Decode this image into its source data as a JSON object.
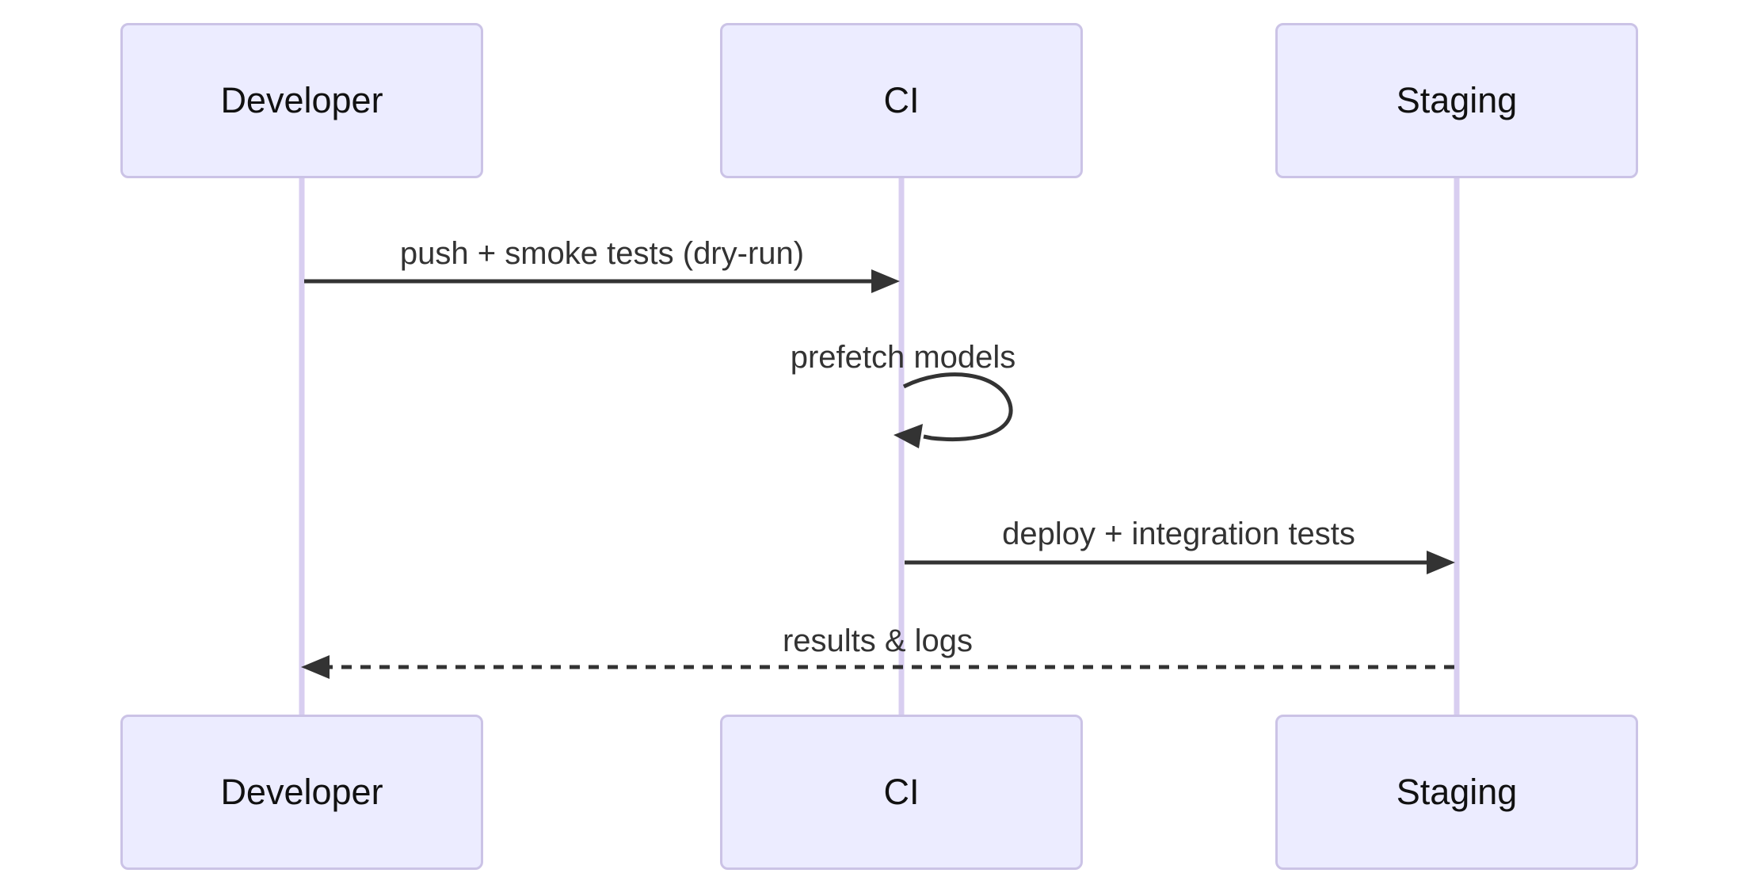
{
  "diagram": {
    "type": "sequence-diagram",
    "actors": [
      {
        "id": "developer",
        "label": "Developer"
      },
      {
        "id": "ci",
        "label": "CI"
      },
      {
        "id": "staging",
        "label": "Staging"
      }
    ],
    "messages": [
      {
        "from": "Developer",
        "to": "CI",
        "label": "push + smoke tests (dry-run)",
        "line": "solid",
        "arrow": "filled"
      },
      {
        "from": "CI",
        "to": "CI",
        "label": "prefetch models",
        "line": "self-loop",
        "arrow": "filled"
      },
      {
        "from": "CI",
        "to": "Staging",
        "label": "deploy + integration tests",
        "line": "solid",
        "arrow": "filled"
      },
      {
        "from": "Staging",
        "to": "Developer",
        "label": "results & logs",
        "line": "dashed",
        "arrow": "filled"
      }
    ],
    "colors": {
      "background": "#FFFFFF",
      "actor_fill": "#ECECFF",
      "actor_border": "#CBC3E6",
      "actor_text": "#111111",
      "lifeline": "#D8CEF0",
      "arrow": "#333333",
      "message_text": "#333333"
    }
  }
}
